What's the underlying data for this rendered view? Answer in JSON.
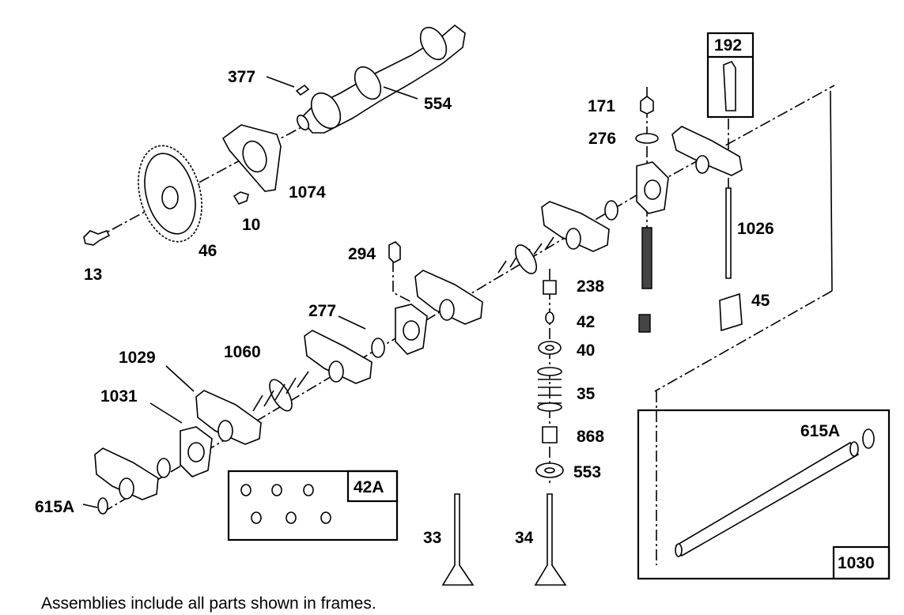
{
  "labels": {
    "p377": "377",
    "p554": "554",
    "p1074": "1074",
    "p10": "10",
    "p46": "46",
    "p13": "13",
    "p171": "171",
    "p276": "276",
    "p192": "192",
    "p1026": "1026",
    "p294": "294",
    "p238": "238",
    "p42": "42",
    "p45": "45",
    "p277": "277",
    "p40": "40",
    "p1029": "1029",
    "p1060": "1060",
    "p35": "35",
    "p1031": "1031",
    "p868": "868",
    "p615a_left": "615A",
    "p553": "553",
    "p42a": "42A",
    "p33": "33",
    "p34": "34",
    "p615a_right": "615A",
    "p1030": "1030"
  },
  "note": "Assemblies include all parts shown in frames."
}
